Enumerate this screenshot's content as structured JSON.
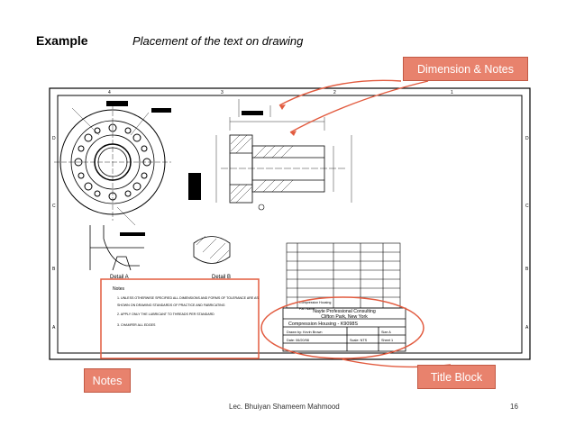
{
  "slide": {
    "heading": "Example",
    "subheading": "Placement of the text on drawing",
    "footer_text": "Lec. Bhuiyan Shameem Mahmood",
    "page_number": "16"
  },
  "callouts": {
    "dimension_notes": "Dimension & Notes",
    "notes": "Notes",
    "title_block": "Title Block"
  },
  "drawing": {
    "col_markers": [
      "4",
      "3",
      "2",
      "1"
    ],
    "row_markers": [
      "D",
      "C",
      "B",
      "A"
    ],
    "detail_a_label": "Detail A",
    "detail_b_label": "Detail B",
    "notes_heading": "Notes",
    "notes_items": [
      "1. UNLESS OTHERWISE SPECIFIED ALL DIMENSIONS AND FORMS OF TOLERANCE ARE AS",
      "SHOWN ON DRAWING STANDARDS OF PRACTICE AND FABRICATING",
      "2. APPLY ONLY THE LUBRICANT TO THREADS PER STANDARD",
      "3. CHAMFER ALL EDGES"
    ],
    "title_block": {
      "company_line1": "Nayte Professional Consulting",
      "company_line2": "Clifton Park, New York",
      "part_title": "Compression Housing - K9098S",
      "drawn_by": "Drawn by: Kevin Brown",
      "sheet_size": "Size A",
      "date": "Date: 06/20/98",
      "scale": "Scale: NTS",
      "sheet": "Sheet 1",
      "rev_row1": "Compression Housing",
      "rev_row2": "Part Name"
    }
  },
  "colors": {
    "callout_fill": "#e8826d",
    "callout_border": "#c25a45",
    "arrow": "#e25b3f"
  }
}
